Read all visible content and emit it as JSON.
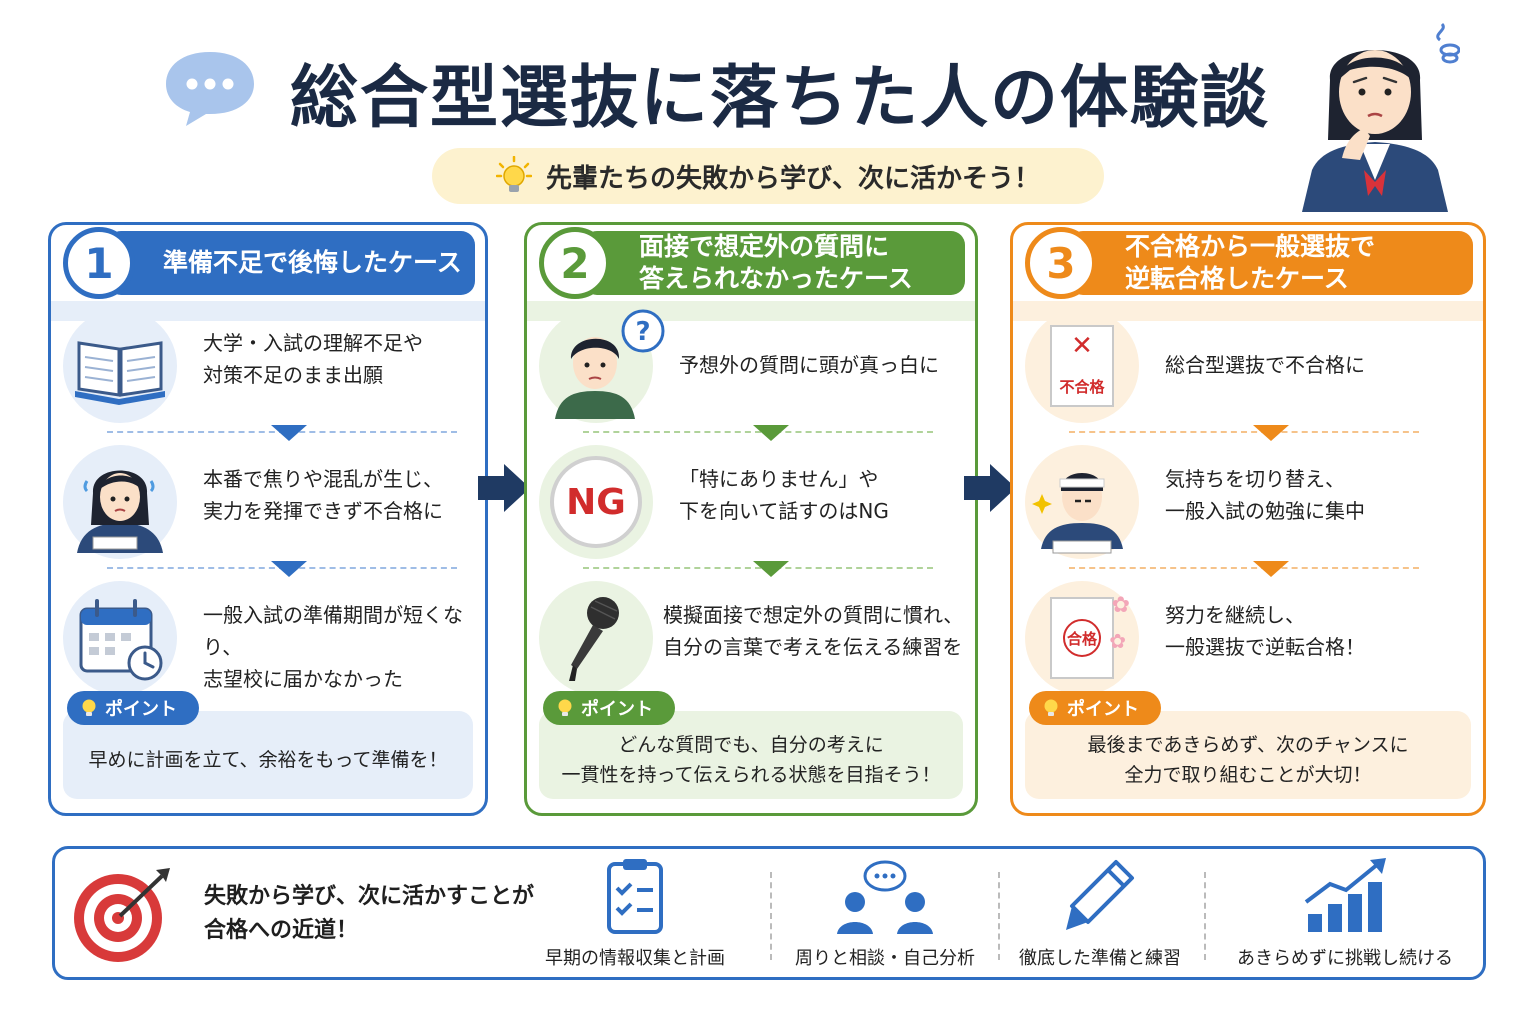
{
  "header": {
    "title": "総合型選抜に落ちた人の体験談",
    "subtitle": "先輩たちの失敗から学び、次に活かそう！"
  },
  "colors": {
    "blue": "#2f6ec2",
    "green": "#5a9a3a",
    "orange": "#ee8a1a",
    "navy": "#1f3a63",
    "title": "#1b2a44"
  },
  "columns": [
    {
      "number": "1",
      "title": "準備不足で後悔したケース",
      "steps": [
        {
          "icon": "open-book-icon",
          "text": "大学・入試の理解不足や\n対策不足のまま出願"
        },
        {
          "icon": "anxious-student-icon",
          "text": "本番で焦りや混乱が生じ、\n実力を発揮できず不合格に"
        },
        {
          "icon": "calendar-clock-icon",
          "text": "一般入試の準備期間が短くなり、\n志望校に届かなかった"
        }
      ],
      "point_label": "ポイント",
      "point_text": "早めに計画を立て、余裕をもって準備を！"
    },
    {
      "number": "2",
      "title": "面接で想定外の質問に\n答えられなかったケース",
      "steps": [
        {
          "icon": "confused-student-icon",
          "text": "予想外の質問に頭が真っ白に"
        },
        {
          "icon": "ng-icon",
          "icon_text": "NG",
          "text": "「特にありません」や\n下を向いて話すのはNG"
        },
        {
          "icon": "microphone-icon",
          "text": "模擬面接で想定外の質問に慣れ、\n自分の言葉で考えを伝える練習を"
        }
      ],
      "point_label": "ポイント",
      "point_text": "どんな質問でも、自分の考えに\n一貫性を持って伝えられる状態を目指そう！"
    },
    {
      "number": "3",
      "title": "不合格から一般選抜で\n逆転合格したケース",
      "steps": [
        {
          "icon": "rejection-document-icon",
          "icon_text": "不合格",
          "text": "総合型選抜で不合格に"
        },
        {
          "icon": "studying-student-icon",
          "text": "気持ちを切り替え、\n一般入試の勉強に集中"
        },
        {
          "icon": "pass-document-icon",
          "icon_text": "合格",
          "text": "努力を継続し、\n一般選抜で逆転合格！"
        }
      ],
      "point_label": "ポイント",
      "point_text": "最後まであきらめず、次のチャンスに\n全力で取り組むことが大切！"
    }
  ],
  "bottom": {
    "message": "失敗から学び、次に活かすことが\n合格への近道！",
    "items": [
      {
        "icon": "clipboard-checklist-icon",
        "label": "早期の情報収集と計画"
      },
      {
        "icon": "people-chat-icon",
        "label": "周りと相談・自己分析"
      },
      {
        "icon": "pencil-icon",
        "label": "徹底した準備と練習"
      },
      {
        "icon": "growth-chart-icon",
        "label": "あきらめずに挑戦し続ける"
      }
    ]
  }
}
